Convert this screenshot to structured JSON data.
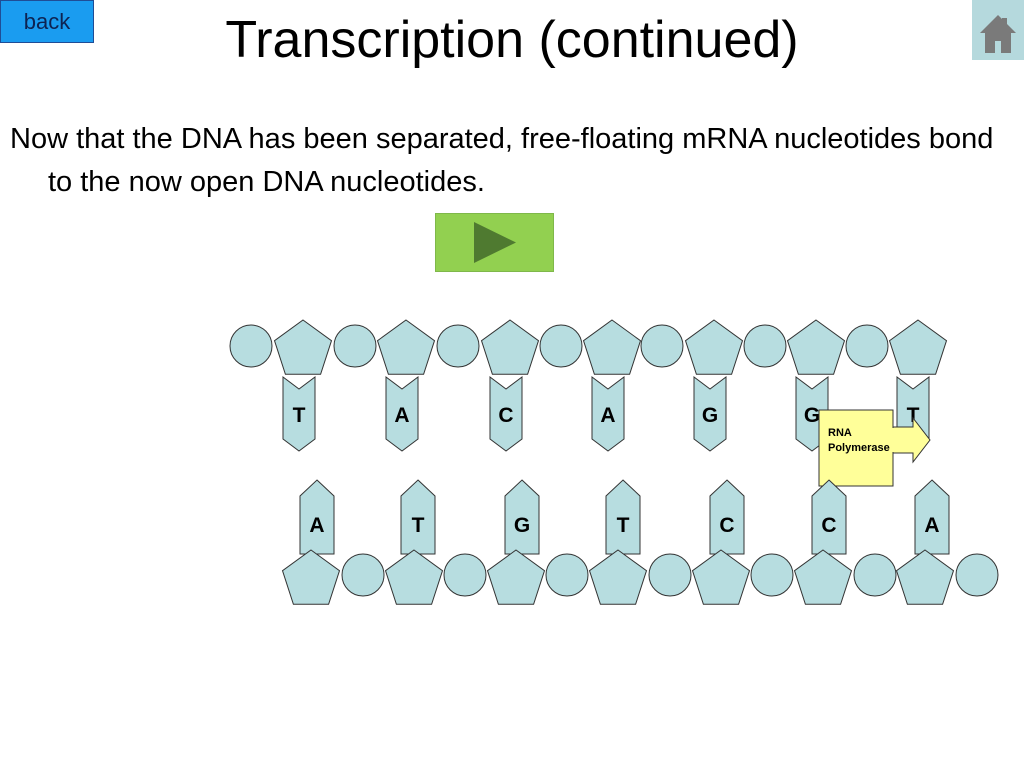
{
  "nav": {
    "back_label": "back"
  },
  "slide": {
    "title": "Transcription (continued)",
    "body": "Now that the DNA has been separated, free-floating mRNA nucleotides bond to the now open DNA nucleotides."
  },
  "diagram": {
    "top_strand_bases": [
      "T",
      "A",
      "C",
      "A",
      "G",
      "G",
      "T"
    ],
    "bottom_strand_bases": [
      "A",
      "T",
      "G",
      "T",
      "C",
      "C",
      "A"
    ],
    "enzyme_label_lines": [
      "RNA",
      "Polymerase"
    ]
  },
  "colors": {
    "backbone_fill": "#b7dde0",
    "enzyme_fill": "#ffff99",
    "play_fill": "#92d050",
    "play_arrow": "#4f7a30",
    "back_fill": "#1a9cf0",
    "home_fill": "#b5d9dd",
    "home_icon": "#7a7a7a"
  }
}
